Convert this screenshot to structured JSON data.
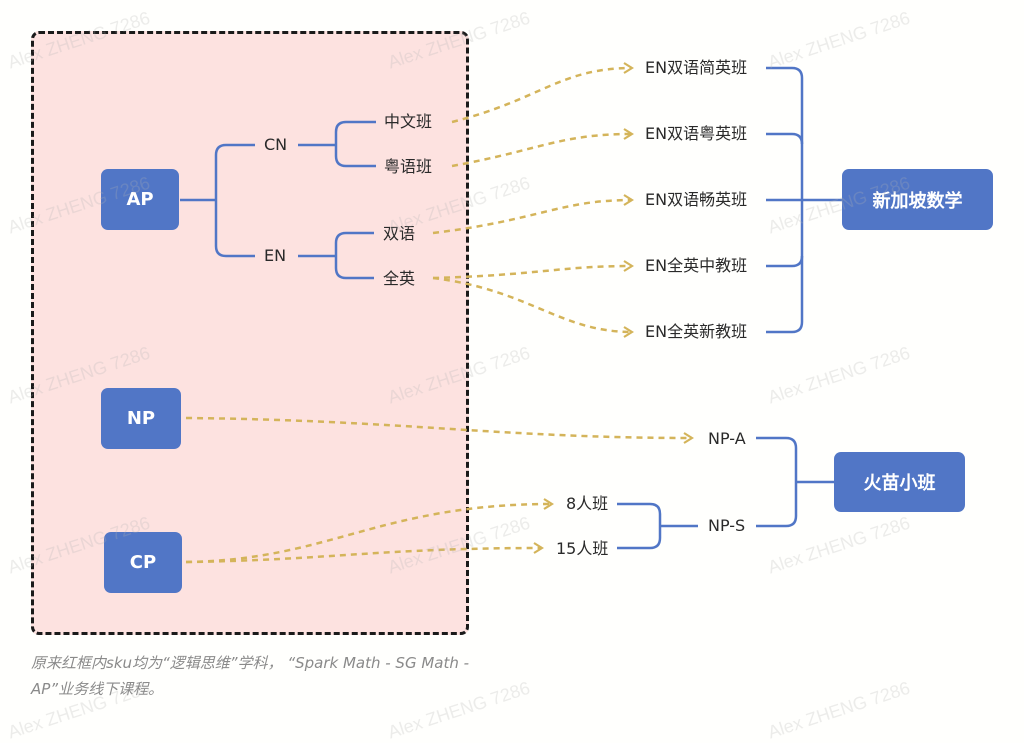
{
  "frame_note": "原来红框内sku均为“逻辑思维”学科，  “Spark Math - SG Math - AP”业务线下课程。",
  "colors": {
    "box": "#5176c6",
    "tree_line": "#5176c6",
    "arrow": "#d4b45a",
    "frame_bg": "#fde2e0",
    "frame_border": "#1a1a1a"
  },
  "left": {
    "ap": "AP",
    "np": "NP",
    "cp": "CP",
    "cn": "CN",
    "en": "EN",
    "cn_children": [
      "中文班",
      "粤语班"
    ],
    "en_children": [
      "双语",
      "全英"
    ]
  },
  "right_sg": {
    "root": "新加坡数学",
    "items": [
      "EN双语简英班",
      "EN双语粤英班",
      "EN双语畅英班",
      "EN全英中教班",
      "EN全英新教班"
    ]
  },
  "right_hm": {
    "root": "火苗小班",
    "npa": "NP-A",
    "nps": "NP-S",
    "nps_children": [
      "8人班",
      "15人班"
    ]
  },
  "mappings": [
    {
      "from": "中文班",
      "to": "EN双语简英班"
    },
    {
      "from": "粤语班",
      "to": "EN双语粤英班"
    },
    {
      "from": "双语",
      "to": "EN双语畅英班"
    },
    {
      "from": "全英",
      "to": "EN全英中教班"
    },
    {
      "from": "全英",
      "to": "EN全英新教班"
    },
    {
      "from": "NP",
      "to": "NP-A"
    },
    {
      "from": "CP",
      "to": "8人班"
    },
    {
      "from": "CP",
      "to": "15人班"
    }
  ],
  "watermark": "Alex ZHENG 7286"
}
